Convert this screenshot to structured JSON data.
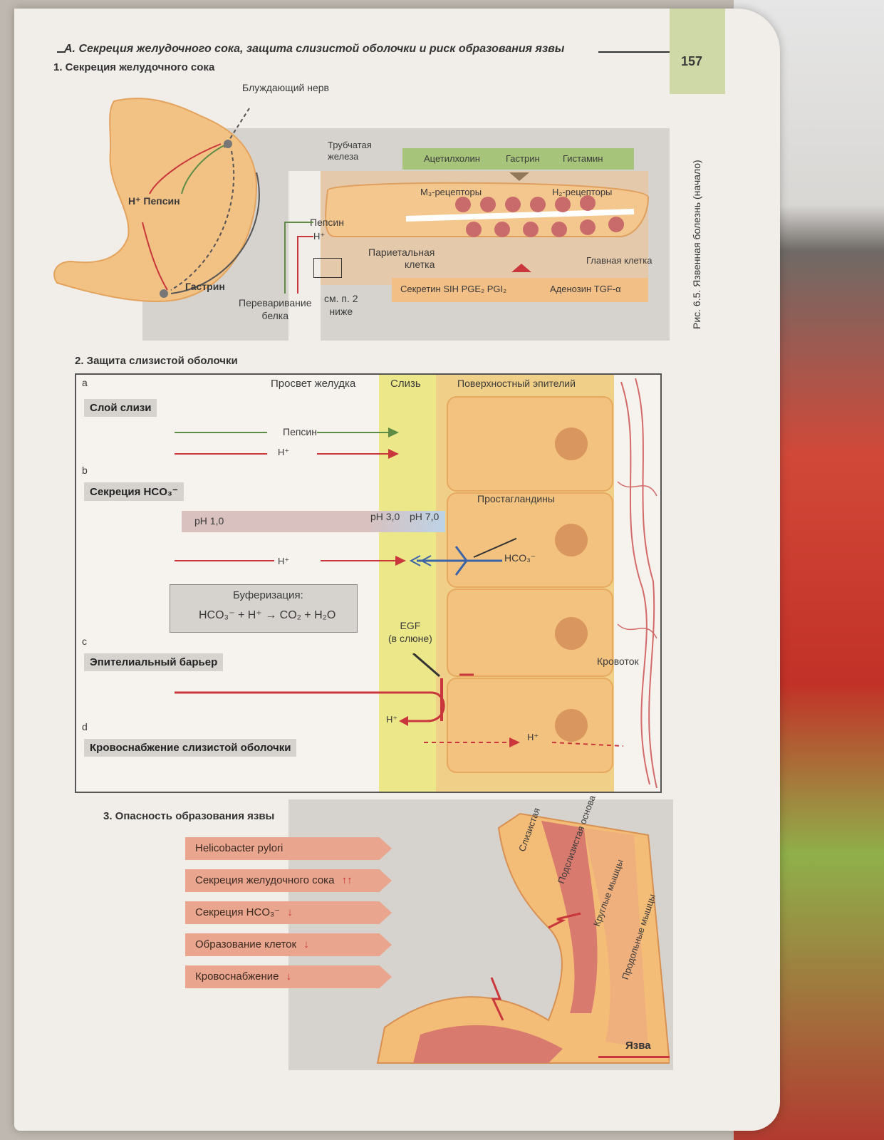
{
  "page": {
    "number": "157",
    "side_caption": "Рис. 6.5. Язвенная болезнь (начало)",
    "heading": "A. Секреция желудочного сока, защита слизистой оболочки и риск образования язвы"
  },
  "section1": {
    "title": "1. Секреция желудочного сока",
    "vagus": "Блуждающий нерв",
    "h_pepsin": "H⁺ Пепсин",
    "gastrin": "Гастрин",
    "tubular_gland": "Трубчатая\nжелеза",
    "stimulators": [
      "Ацетилхолин",
      "Гастрин",
      "Гистамин"
    ],
    "m_receptors": "M₃-рецепторы",
    "h_receptors": "H₂-рецепторы",
    "pepsin": "Пепсин",
    "h_plus": "H⁺",
    "parietal_cell": "Париетальная\nклетка",
    "chief_cell": "Главная клетка",
    "inhibitors_left": "Секретин SIH PGE₂ PGI₂",
    "inhibitors_right": "Аденозин   TGF-α",
    "protein_digestion": "Переваривание\nбелка",
    "see_below": "см. п. 2\nниже"
  },
  "section2": {
    "title": "2. Защита слизистой оболочки",
    "letters": [
      "a",
      "b",
      "c",
      "d"
    ],
    "lumen": "Просвет желудка",
    "mucus": "Слизь",
    "surface_epithelium": "Поверхностный эпителий",
    "mucus_layer": "Слой слизи",
    "pepsin": "Пепсин",
    "h_plus": "H⁺",
    "hco3_secretion": "Секреция HCO₃⁻",
    "ph1": "pH 1,0",
    "ph3": "pH 3,0",
    "ph7": "pH 7,0",
    "prostaglandins": "Простагландины",
    "hco3": "HCO₃⁻",
    "buffering_title": "Буферизация:",
    "buffering_eq": "HCO₃⁻ + H⁺ → CO₂ + H₂O",
    "egf": "EGF\n(в слюне)",
    "epithelial_barrier": "Эпителиальный барьер",
    "blood_flow": "Кровоток",
    "blood_supply": "Кровоснабжение слизистой оболочки"
  },
  "section3": {
    "title": "3. Опасность образования язвы",
    "factors": [
      {
        "label": "Helicobacter pylori",
        "trend": ""
      },
      {
        "label": "Секреция желудочного сока",
        "trend": "↑↑"
      },
      {
        "label": "Секреция HCO₃⁻",
        "trend": "↓"
      },
      {
        "label": "Образование клеток",
        "trend": "↓"
      },
      {
        "label": "Кровоснабжение",
        "trend": "↓"
      }
    ],
    "layers": [
      "Слизистая",
      "Подслизистая основа",
      "Круглые мышцы",
      "Продольные мышцы"
    ],
    "ulcer": "Язва"
  },
  "colors": {
    "green": "#a7c57a",
    "orange": "#f2bf86",
    "red_arrow": "#c9373c",
    "green_arrow": "#5d8c46",
    "blue_arrow": "#3b63a8",
    "pink_row": "#eaa58e"
  }
}
